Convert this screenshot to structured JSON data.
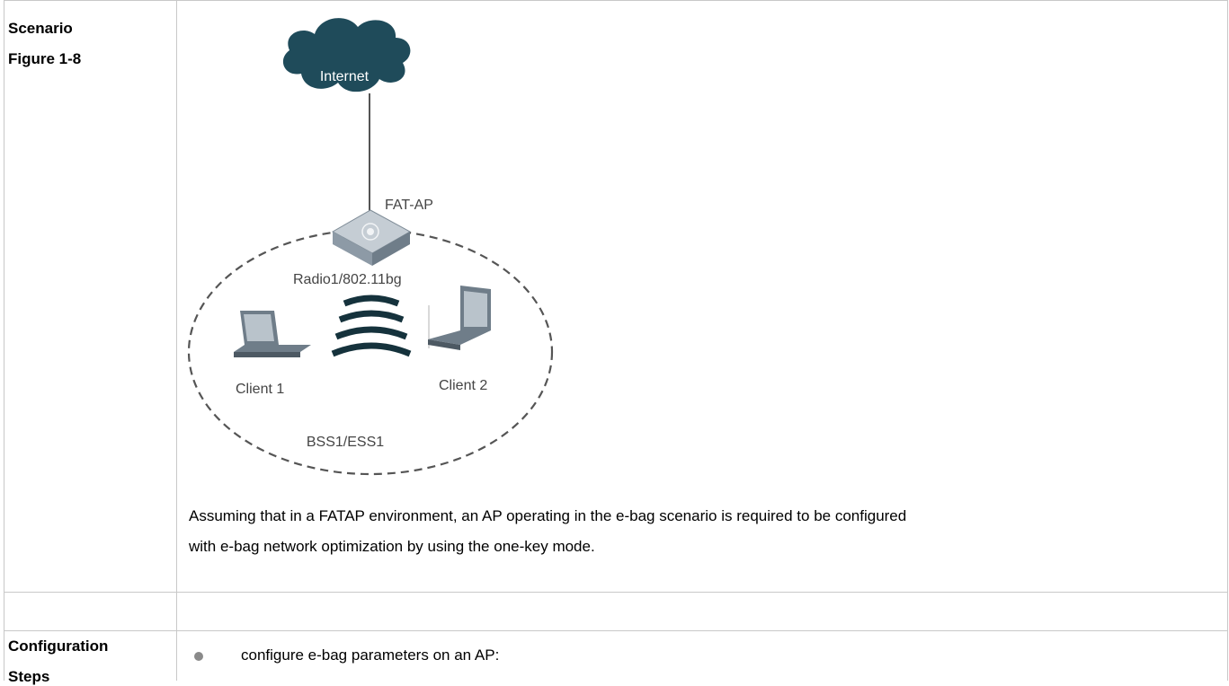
{
  "rows": {
    "scenario": {
      "label_line1": "Scenario",
      "label_line2": "Figure 1-8",
      "description_line1": "Assuming that in a FATAP environment, an AP operating in the e-bag scenario is required to be configured",
      "description_line2": "with e-bag network optimization by using the one-key mode."
    },
    "config": {
      "label_line1": "Configuration",
      "label_line2": "Steps",
      "steps": [
        "configure e-bag parameters on an AP:"
      ]
    }
  },
  "diagram": {
    "cloud_label": "Internet",
    "ap_label": "FAT-AP",
    "radio_label": "Radio1/802.11bg",
    "client1_label": "Client 1",
    "client2_label": "Client 2",
    "bss_label": "BSS1/ESS1",
    "colors": {
      "cloud": "#1f4b5a",
      "device": "#8d9aa6",
      "dash": "#555555",
      "wave": "#15323c"
    }
  }
}
